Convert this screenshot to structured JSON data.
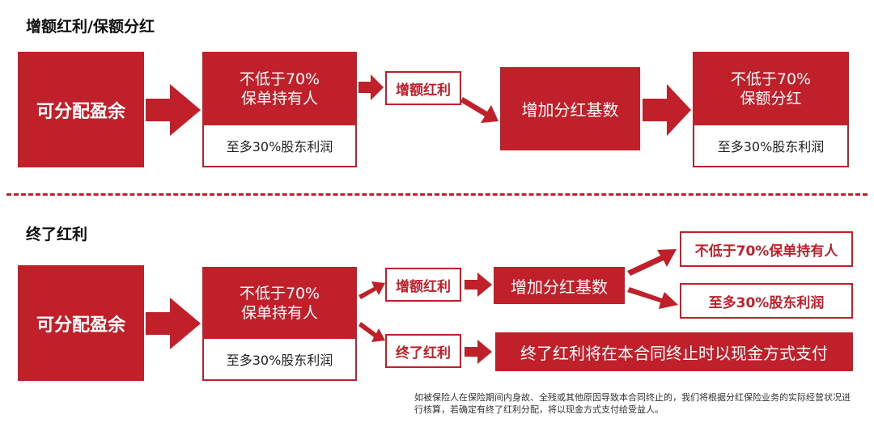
{
  "top": {
    "title": "增额红利/保额分红",
    "source": "可分配盈余",
    "split1": {
      "main": "不低于70%\n保单持有人",
      "sub": "至多30%股东利润"
    },
    "tag": "增额红利",
    "base": "增加分红基数",
    "split2": {
      "main": "不低于70%\n保额分红",
      "sub": "至多30%股东利润"
    }
  },
  "bottom": {
    "title": "终了红利",
    "source": "可分配盈余",
    "split": {
      "main": "不低于70%\n保单持有人",
      "sub": "至多30%股东利润"
    },
    "tag1": "增额红利",
    "base": "增加分红基数",
    "out1": "不低于70%保单持有人",
    "out2": "至多30%股东利润",
    "tag2": "终了红利",
    "final": "终了红利将在本合同终止时以现金方式支付"
  },
  "note": "如被保险人在保险期间内身故、全残或其他原因导致本合同终止的，我们将根据分红保险业务的实际经营状况进行核算，若确定有终了红利分配，将以现金方式支付给受益人。",
  "colors": {
    "accent": "#c0202a"
  }
}
